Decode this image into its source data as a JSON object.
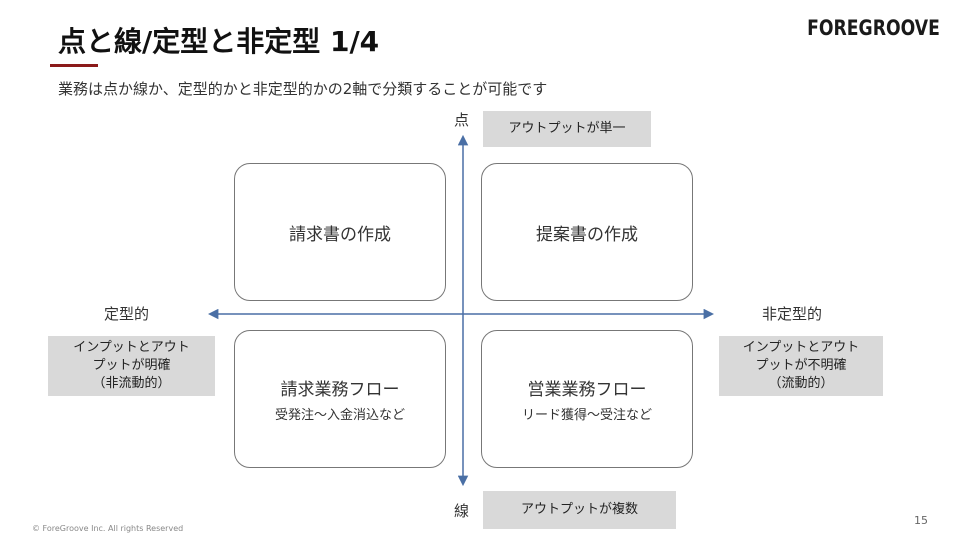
{
  "slide": {
    "title": "点と線/定型と非定型 1/4",
    "logo": "FOREGROOVE",
    "subtitle": "業務は点か線か、定型的かと非定型的かの2軸で分類することが可能です",
    "footer": "© ForeGroove Inc. All rights Reserved",
    "page_number": "15"
  },
  "axes": {
    "top": "点",
    "bottom": "線",
    "left": "定型的",
    "right": "非定型的"
  },
  "tags": {
    "top": "アウトプットが単一",
    "bottom": "アウトプットが複数",
    "left": [
      "インプットとアウト",
      "プットが明確",
      "（非流動的）"
    ],
    "right": [
      "インプットとアウト",
      "プットが不明確",
      "（流動的）"
    ]
  },
  "quadrants": {
    "top_left": {
      "main": "請求書の作成"
    },
    "top_right": {
      "main": "提案書の作成"
    },
    "bottom_left": {
      "main": "請求業務フロー",
      "sub": "受発注〜入金消込など"
    },
    "bottom_right": {
      "main": "営業業務フロー",
      "sub": "リード獲得〜受注など"
    }
  },
  "colors": {
    "accent_underline": "#8b1a1a",
    "axis": "#4a6fa5",
    "tag_bg": "#d9d9d9"
  }
}
